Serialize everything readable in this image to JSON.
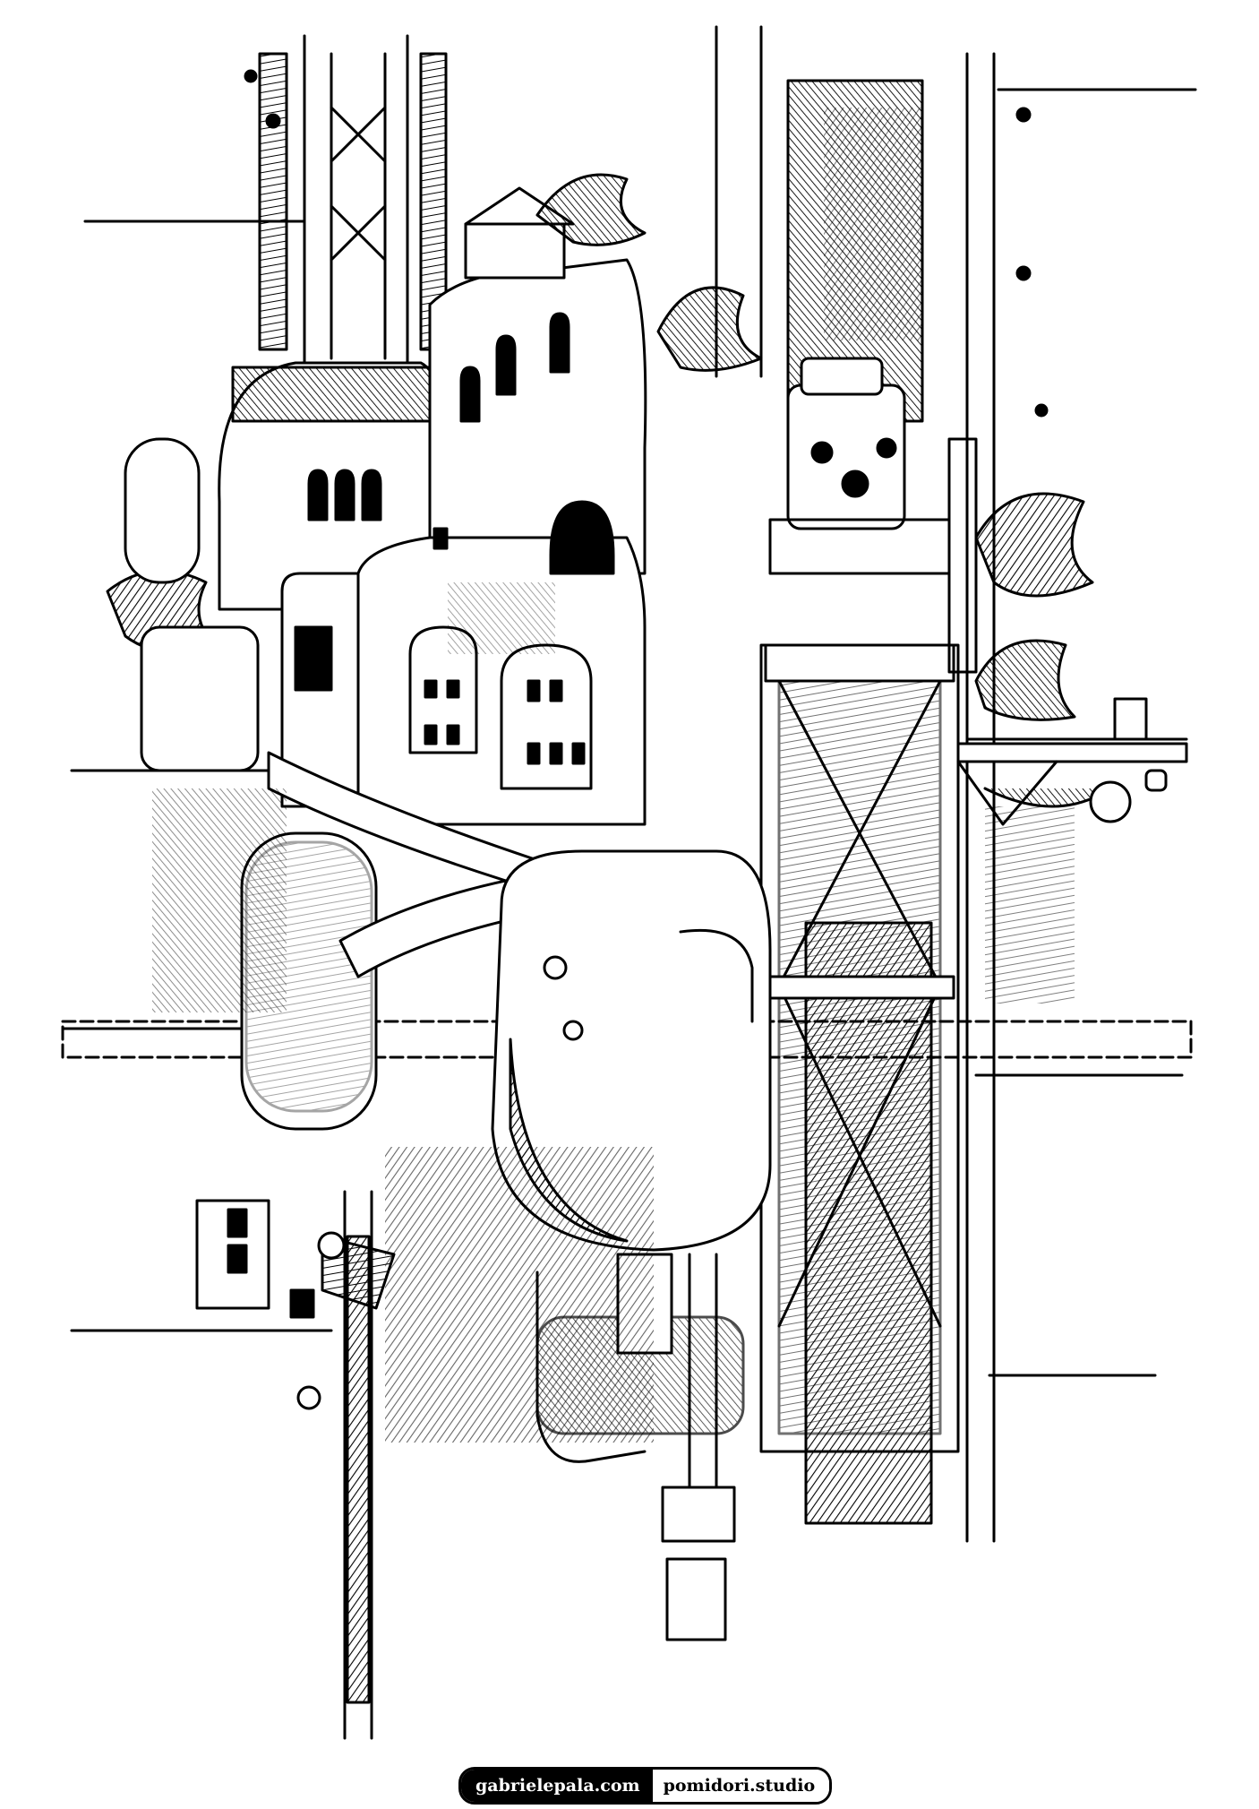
{
  "artwork": {
    "kind": "ink illustration",
    "subject": "vertical tower of houses built on industrial steel girders and tanks",
    "ink_color": "#000000",
    "paper_color": "#ffffff"
  },
  "credits": {
    "website_left": "gabrielepala.com",
    "website_right": "pomidori.studio"
  }
}
